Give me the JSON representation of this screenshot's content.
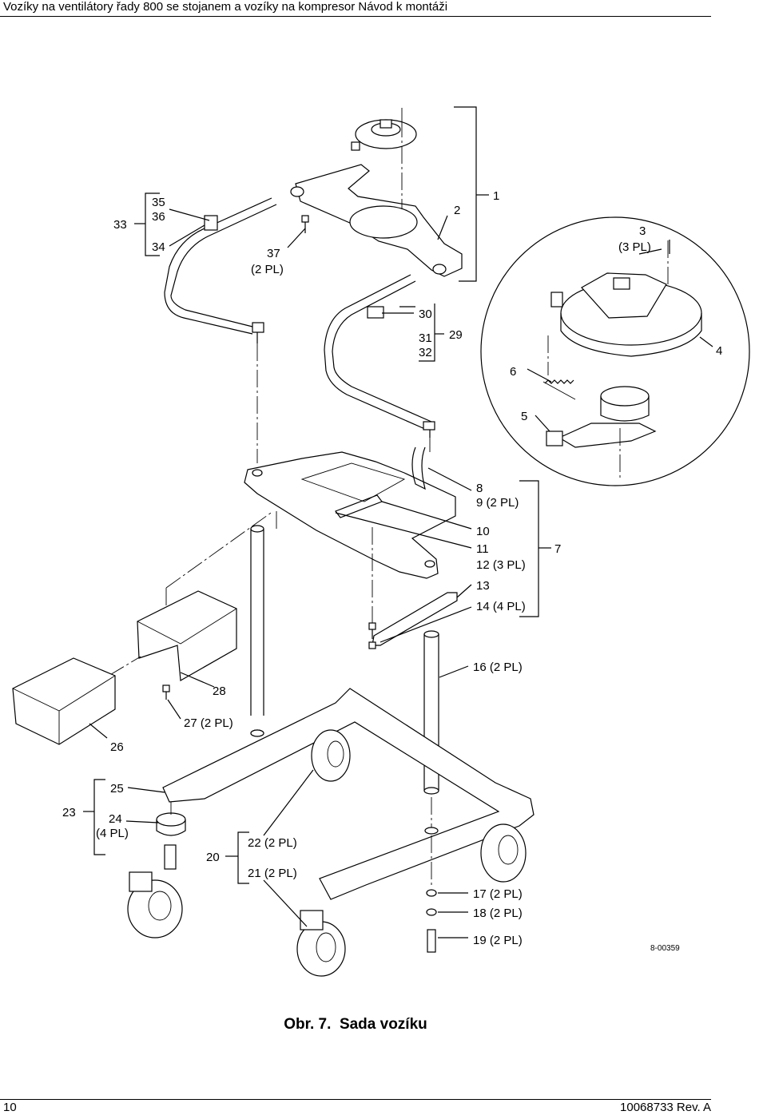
{
  "header": {
    "title": "Vozíky na ventilátory řady 800 se stojanem a vozíky na kompresor Návod k montáži"
  },
  "callouts": {
    "c1": "1",
    "c2": "2",
    "c3": "3",
    "c3b": "(3 PL)",
    "c4": "4",
    "c5": "5",
    "c6": "6",
    "c7": "7",
    "c8": "8",
    "c9": "9 (2 PL)",
    "c10": "10",
    "c11": "11",
    "c12": "12 (3 PL)",
    "c13": "13",
    "c14": "14 (4 PL)",
    "c16": "16 (2 PL)",
    "c17": "17 (2 PL)",
    "c18": "18 (2 PL)",
    "c19": "19 (2 PL)",
    "c20": "20",
    "c21": "21 (2 PL)",
    "c22": "22 (2 PL)",
    "c23": "23",
    "c24": "24",
    "c24b": "(4 PL)",
    "c25": "25",
    "c26": "26",
    "c27": "27 (2 PL)",
    "c28": "28",
    "c29": "29",
    "c30": "30",
    "c31": "31",
    "c32": "32",
    "c33": "33",
    "c34": "34",
    "c35": "35",
    "c36": "36",
    "c37": "37",
    "c37b": "(2 PL)"
  },
  "figure": {
    "id": "8-00359",
    "caption_number": "Obr. 7.",
    "caption_title": "Sada vozíku"
  },
  "footer": {
    "page": "10",
    "doc_rev": "10068733 Rev. A"
  }
}
